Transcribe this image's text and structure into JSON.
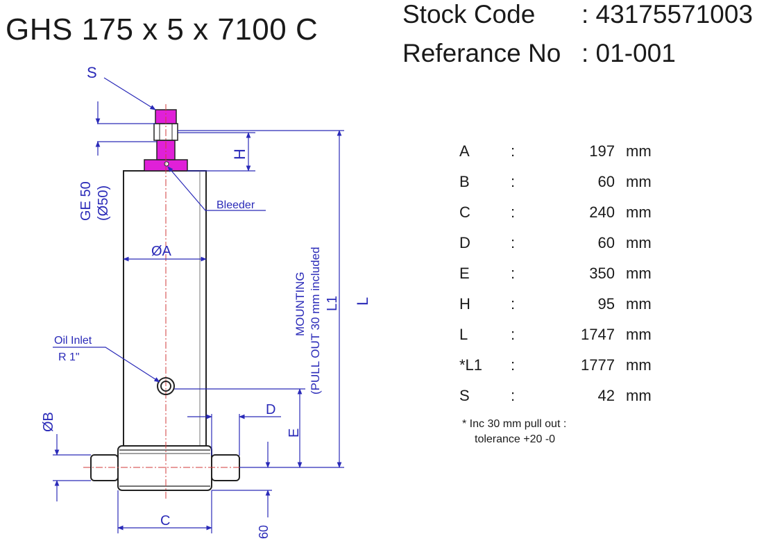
{
  "title": "GHS 175 x 5 x 7100 C",
  "header": {
    "stock_code_label": "Stock Code",
    "stock_code_value": ": 43175571003",
    "reference_label": "Referance No",
    "reference_value": ": 01-001"
  },
  "drawing": {
    "label_s": "S",
    "label_h": "H",
    "label_ge50": "GE 50",
    "label_o50": "(Ø50)",
    "label_bleeder": "Bleeder",
    "label_oa": "ØA",
    "label_mounting": "MOUNTING",
    "label_pullout": "(PULL OUT 30 mm included",
    "label_l1": "L1",
    "label_l": "L",
    "label_oil_inlet": "Oil Inlet",
    "label_r1": "R 1\"",
    "label_d": "D",
    "label_ob": "ØB",
    "label_e": "E",
    "label_c": "C",
    "label_60": "60"
  },
  "specs": [
    {
      "label": "A",
      "colon": ":",
      "value": "197",
      "unit": "mm"
    },
    {
      "label": "B",
      "colon": ":",
      "value": "60",
      "unit": "mm"
    },
    {
      "label": "C",
      "colon": ":",
      "value": "240",
      "unit": "mm"
    },
    {
      "label": "D",
      "colon": ":",
      "value": "60",
      "unit": "mm"
    },
    {
      "label": "E",
      "colon": ":",
      "value": "350",
      "unit": "mm"
    },
    {
      "label": "H",
      "colon": ":",
      "value": "95",
      "unit": "mm"
    },
    {
      "label": "L",
      "colon": ":",
      "value": "1747",
      "unit": "mm"
    },
    {
      "label": "*L1",
      "colon": ":",
      "value": "1777",
      "unit": "mm"
    },
    {
      "label": "S",
      "colon": ":",
      "value": "42",
      "unit": "mm"
    }
  ],
  "note": {
    "line1": "* Inc 30 mm pull out :",
    "line2": "tolerance +20 -0"
  },
  "colors": {
    "dimension": "#2a2ab8",
    "bleeder_fitting": "#e020d8",
    "centerline": "#d23a3a",
    "outline": "#222222"
  }
}
